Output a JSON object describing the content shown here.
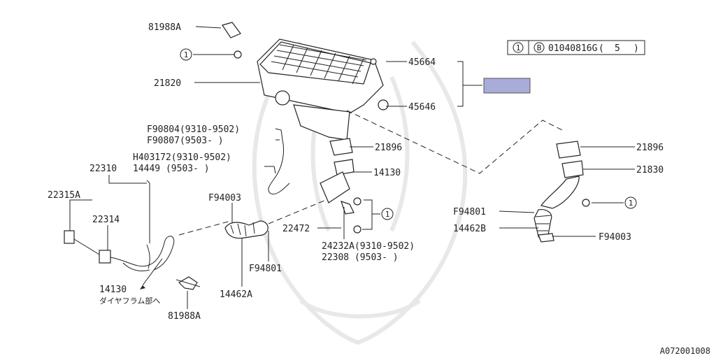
{
  "ref_code": "A072001008",
  "table": {
    "num": "1",
    "mark": "B",
    "part": "01040816G",
    "qty": "5"
  },
  "highlight_color": "#a9abd9",
  "labels": {
    "p81988A_top": "81988A",
    "circle1_a": "1",
    "p21820": "21820",
    "p45664": "45664",
    "p45646": "45646",
    "f90804": "F90804(9310-9502)",
    "f90807": "F90807(9503-     )",
    "h403172": "H403172(9310-9502)",
    "p14449": "14449   (9503-    )",
    "p22310": "22310",
    "p22315A": "22315A",
    "p22314": "22314",
    "p21896_a": "21896",
    "p14130_a": "14130",
    "f94003_a": "F94003",
    "p22472": "22472",
    "circle1_b": "1",
    "p24232A": "24232A(9310-9502)",
    "p22308": "22308  (9503-     )",
    "f94801_a": "F94801",
    "p14462A": "14462A",
    "p14130_b": "14130",
    "diaphragm": "ダイヤフラム部へ",
    "p81988A_bot": "81988A",
    "p21896_b": "21896",
    "p21830": "21830",
    "circle1_c": "1",
    "f94801_b": "F94801",
    "p14462B": "14462B",
    "f94003_b": "F94003"
  }
}
